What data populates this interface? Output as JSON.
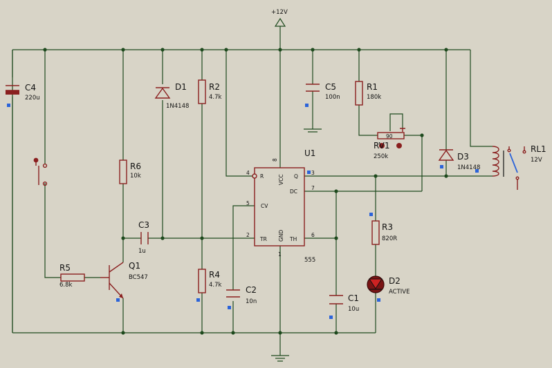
{
  "power": {
    "vcc_label": "+12V"
  },
  "parts": {
    "C4": {
      "ref": "C4",
      "value": "220u"
    },
    "D1": {
      "ref": "D1",
      "value": "1N4148"
    },
    "R2": {
      "ref": "R2",
      "value": "4.7k"
    },
    "C5": {
      "ref": "C5",
      "value": "100n"
    },
    "R1": {
      "ref": "R1",
      "value": "180k"
    },
    "RV1": {
      "ref": "RV1",
      "value": "250k",
      "knob": "90"
    },
    "D3": {
      "ref": "D3",
      "value": "1N4148"
    },
    "RL1": {
      "ref": "RL1",
      "value": "12V"
    },
    "R6": {
      "ref": "R6",
      "value": "10k"
    },
    "C3": {
      "ref": "C3",
      "value": "1u"
    },
    "R5": {
      "ref": "R5",
      "value": "6.8k"
    },
    "Q1": {
      "ref": "Q1",
      "value": "BC547"
    },
    "R4": {
      "ref": "R4",
      "value": "4.7k"
    },
    "C2": {
      "ref": "C2",
      "value": "10n"
    },
    "C1": {
      "ref": "C1",
      "value": "10u"
    },
    "R3": {
      "ref": "R3",
      "value": "820R"
    },
    "D2": {
      "ref": "D2",
      "value": "ACTIVE"
    },
    "U1": {
      "ref": "U1",
      "value": "555"
    }
  },
  "ic": {
    "pin_names": {
      "R": "R",
      "VCC": "VCC",
      "Q": "Q",
      "DC": "DC",
      "CV": "CV",
      "TR": "TR",
      "GND": "GND",
      "TH": "TH"
    },
    "pin_numbers": {
      "reset": "4",
      "vcc": "8",
      "q": "3",
      "dc": "7",
      "cv": "5",
      "tr": "2",
      "gnd": "1",
      "th": "6"
    }
  }
}
